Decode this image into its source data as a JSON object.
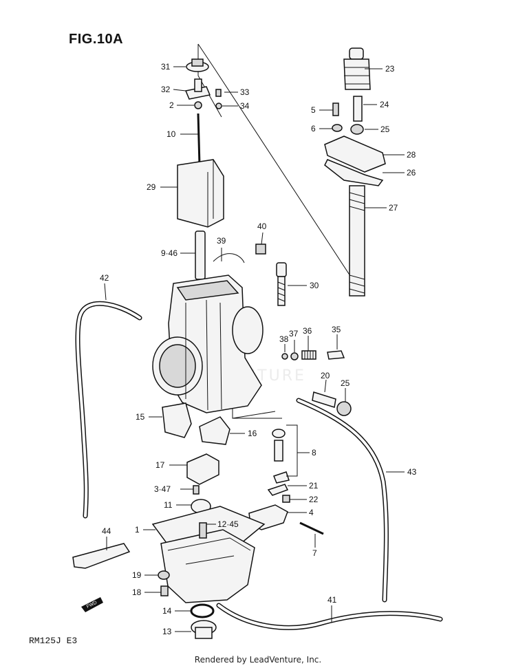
{
  "figure": {
    "title": "FIG.10A",
    "model": "RM125J  E3",
    "footer": "Rendered by LeadVenture, Inc.",
    "watermark": "LEADVENTURE",
    "fwd_label": "FWD"
  },
  "callouts": [
    {
      "id": "c31",
      "label": "31"
    },
    {
      "id": "c32",
      "label": "32"
    },
    {
      "id": "c33",
      "label": "33"
    },
    {
      "id": "c2",
      "label": "2"
    },
    {
      "id": "c34",
      "label": "34"
    },
    {
      "id": "c10",
      "label": "10"
    },
    {
      "id": "c29",
      "label": "29"
    },
    {
      "id": "c9-46",
      "label": "9·46"
    },
    {
      "id": "c39",
      "label": "39"
    },
    {
      "id": "c40",
      "label": "40"
    },
    {
      "id": "c42",
      "label": "42"
    },
    {
      "id": "c30",
      "label": "30"
    },
    {
      "id": "c23",
      "label": "23"
    },
    {
      "id": "c5",
      "label": "5"
    },
    {
      "id": "c24",
      "label": "24"
    },
    {
      "id": "c6",
      "label": "6"
    },
    {
      "id": "c25a",
      "label": "25"
    },
    {
      "id": "c28",
      "label": "28"
    },
    {
      "id": "c26",
      "label": "26"
    },
    {
      "id": "c27",
      "label": "27"
    },
    {
      "id": "c38",
      "label": "38"
    },
    {
      "id": "c37",
      "label": "37"
    },
    {
      "id": "c36",
      "label": "36"
    },
    {
      "id": "c35",
      "label": "35"
    },
    {
      "id": "c20",
      "label": "20"
    },
    {
      "id": "c25b",
      "label": "25"
    },
    {
      "id": "c15",
      "label": "15"
    },
    {
      "id": "c16",
      "label": "16"
    },
    {
      "id": "c8",
      "label": "8"
    },
    {
      "id": "c17",
      "label": "17"
    },
    {
      "id": "c3-47",
      "label": "3·47"
    },
    {
      "id": "c21",
      "label": "21"
    },
    {
      "id": "c22",
      "label": "22"
    },
    {
      "id": "c11",
      "label": "11"
    },
    {
      "id": "c4",
      "label": "4"
    },
    {
      "id": "c43",
      "label": "43"
    },
    {
      "id": "c44",
      "label": "44"
    },
    {
      "id": "c1",
      "label": "1"
    },
    {
      "id": "c12-45",
      "label": "12·45"
    },
    {
      "id": "c7",
      "label": "7"
    },
    {
      "id": "c19",
      "label": "19"
    },
    {
      "id": "c18",
      "label": "18"
    },
    {
      "id": "c14",
      "label": "14"
    },
    {
      "id": "c41",
      "label": "41"
    },
    {
      "id": "c13",
      "label": "13"
    }
  ]
}
